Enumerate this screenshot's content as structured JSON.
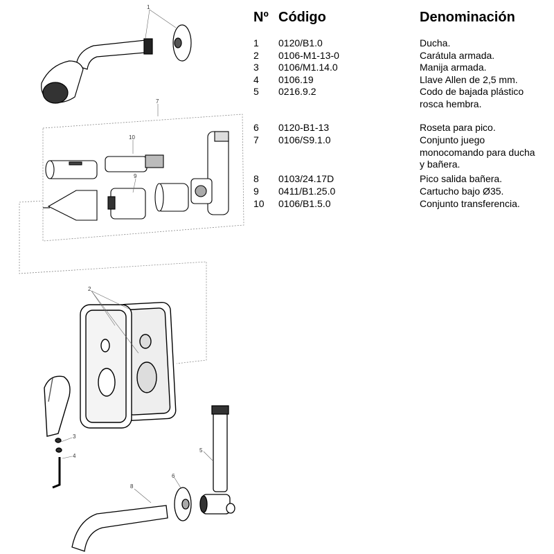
{
  "table": {
    "headers": {
      "number": "Nº",
      "code": "Código",
      "name": "Denominación"
    },
    "rows": [
      {
        "number": "1",
        "code": "0120/B1.0",
        "name": "Ducha."
      },
      {
        "number": "2",
        "code": "0106-M1-13-0",
        "name": "Carátula armada."
      },
      {
        "number": "3",
        "code": "0106/M1.14.0",
        "name": "Manija armada."
      },
      {
        "number": "4",
        "code": "0106.19",
        "name": "Llave Allen de 2,5 mm."
      },
      {
        "number": "5",
        "code": "0216.9.2",
        "name": "Codo de bajada plástico rosca hembra."
      },
      {
        "number": "6",
        "code": "0120-B1-13",
        "name": "Roseta para pico."
      },
      {
        "number": "7",
        "code": "0106/S9.1.0",
        "name": "Conjunto juego monocomando para ducha y bañera."
      },
      {
        "number": "8",
        "code": "0103/24.17D",
        "name": "Pico salida bañera."
      },
      {
        "number": "9",
        "code": "0411/B1.25.0",
        "name": "Cartucho bajo Ø35."
      },
      {
        "number": "10",
        "code": "0106/B1.5.0",
        "name": "Conjunto transferencia."
      }
    ]
  },
  "callouts": {
    "c1": "1",
    "c2": "2",
    "c3": "3",
    "c4": "4",
    "c5": "5",
    "c6": "6",
    "c7": "7",
    "c8": "8",
    "c9": "9",
    "c10": "10"
  }
}
